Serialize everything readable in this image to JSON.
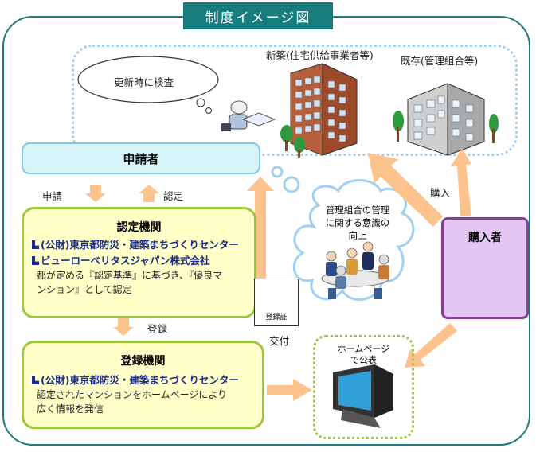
{
  "title": "制度イメージ図",
  "inspection_bubble": "更新時に検査",
  "new_building": "新築(住宅供給事業者等)",
  "existing_building": "既存(管理組合等)",
  "applicant": "申請者",
  "apply_label": "申請",
  "certify_label": "認定",
  "certification": {
    "title": "認定機関",
    "org1": "(公財)東京都防災・建築まちづくりセンター",
    "org2": "ビューローベリタスジャパン株式会社",
    "desc_line1": "都が定める『認定基準』に基づき、『優良マ",
    "desc_line2": "ンション』として認定"
  },
  "register_label": "登録",
  "registration": {
    "title": "登録機関",
    "org1": "(公財)東京都防災・建築まちづくりセンター",
    "desc_line1": "認定されたマンションをホームページにより",
    "desc_line2": "広く情報を発信"
  },
  "certificate_badge": "登録証",
  "issue_label": "交付",
  "cloud": {
    "line1": "管理組合の管理",
    "line2": "に関する意識の",
    "line3": "向上"
  },
  "purchase_label": "購入",
  "buyer": "購入者",
  "homepage": {
    "line1": "ホームページ",
    "line2": "で公表"
  },
  "colors": {
    "arrow": "#fcc48c",
    "frame": "#1f7a7a",
    "title_bg": "#1a7d7d",
    "applicant_bg": "#d6f4fa",
    "box_bg": "#ffffc8",
    "box_border": "#9bc83c",
    "buyer_bg": "#e4c6f3",
    "org_text": "#1b2a8a"
  }
}
